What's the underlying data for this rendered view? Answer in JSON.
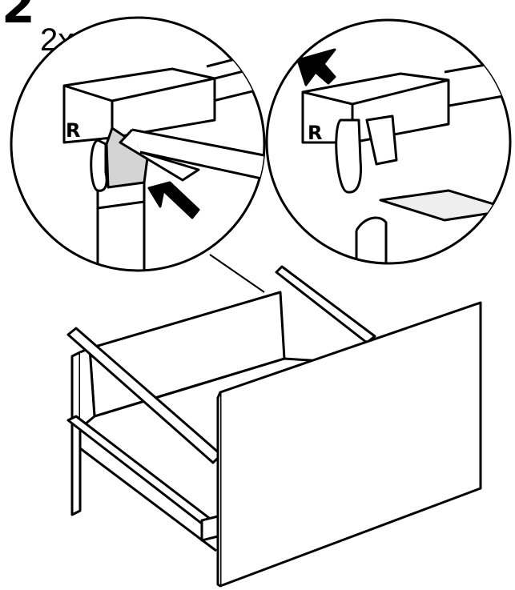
{
  "step": {
    "number": "2",
    "quantity": "2x"
  },
  "detail_left": {
    "clip_marking": "R"
  },
  "detail_right": {
    "clip_marking": "R"
  },
  "colors": {
    "line": "#000000",
    "background": "#ffffff",
    "clip_shading": "#d4d4d4",
    "panel_shading": "#eeeeee"
  }
}
